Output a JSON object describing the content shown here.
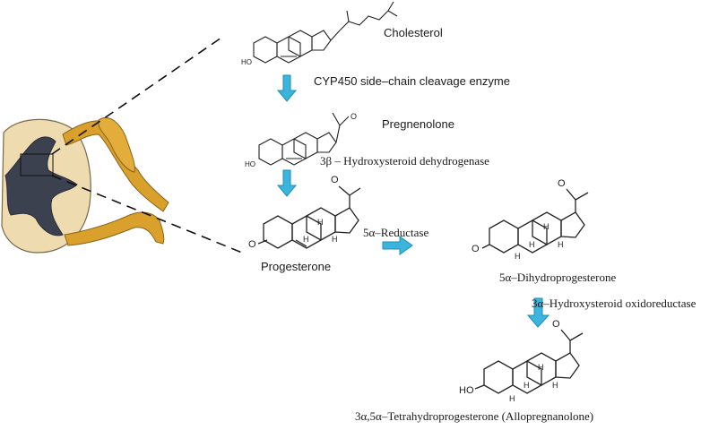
{
  "compounds": {
    "cholesterol": "Cholesterol",
    "pregnenolone": "Pregnenolone",
    "progesterone": "Progesterone",
    "dihydroprogesterone": "5α–Dihydroprogesterone",
    "allopregnanolone": "3α,5α–Tetrahydroprogesterone (Allopregnanolone)"
  },
  "enzymes": {
    "scc": "CYP450 side–chain cleavage enzyme",
    "hsd3b": "3β – Hydroxysteroid dehydrogenase",
    "reductase": "5α–Reductase",
    "hsor": "3α–Hydroxysteroid oxidoreductase"
  },
  "atoms": {
    "ho": "HO",
    "o": "O",
    "h": "H"
  },
  "colors": {
    "arrow": "#3cb4dc",
    "arrow_stroke": "#1b8fb8",
    "nerve": "#d9a02b",
    "cord_outer": "#efdbb0",
    "grey_matter": "#3c4150"
  }
}
